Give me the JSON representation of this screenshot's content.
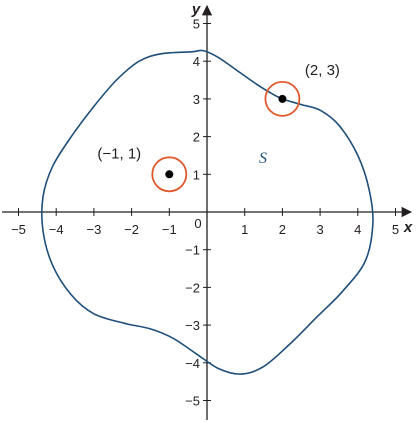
{
  "axes": {
    "x_label": "x",
    "y_label": "y",
    "xlim": [
      -5,
      5
    ],
    "ylim": [
      -5,
      5
    ]
  },
  "ticks": {
    "x": [
      "−5",
      "−4",
      "−3",
      "−2",
      "−1",
      "1",
      "2",
      "3",
      "4",
      "5"
    ],
    "y": [
      "5",
      "4",
      "3",
      "2",
      "1",
      "−1",
      "−2",
      "−3",
      "−4",
      "−5"
    ],
    "origin": "0"
  },
  "region": {
    "label": "S",
    "boundary": [
      [
        -0.4,
        4.25
      ],
      [
        -0.1,
        4.28
      ],
      [
        0.3,
        4.1
      ],
      [
        0.8,
        3.75
      ],
      [
        1.3,
        3.4
      ],
      [
        1.7,
        3.15
      ],
      [
        2.0,
        3.0
      ],
      [
        2.5,
        2.85
      ],
      [
        3.0,
        2.7
      ],
      [
        3.5,
        2.3
      ],
      [
        4.0,
        1.5
      ],
      [
        4.3,
        0.6
      ],
      [
        4.4,
        -0.3
      ],
      [
        4.2,
        -1.3
      ],
      [
        3.6,
        -2.1
      ],
      [
        2.9,
        -2.8
      ],
      [
        2.2,
        -3.5
      ],
      [
        1.5,
        -4.1
      ],
      [
        0.9,
        -4.3
      ],
      [
        0.3,
        -4.15
      ],
      [
        -0.3,
        -3.75
      ],
      [
        -0.9,
        -3.35
      ],
      [
        -1.5,
        -3.1
      ],
      [
        -2.2,
        -2.95
      ],
      [
        -3.0,
        -2.7
      ],
      [
        -3.6,
        -2.2
      ],
      [
        -4.1,
        -1.4
      ],
      [
        -4.35,
        -0.5
      ],
      [
        -4.35,
        0.4
      ],
      [
        -4.1,
        1.2
      ],
      [
        -3.6,
        2.0
      ],
      [
        -3.0,
        2.8
      ],
      [
        -2.4,
        3.5
      ],
      [
        -1.8,
        4.0
      ],
      [
        -1.2,
        4.2
      ]
    ],
    "stroke_color": "#1f4e79"
  },
  "points": [
    {
      "x": -1,
      "y": 1,
      "label": "(−1, 1)"
    },
    {
      "x": 2,
      "y": 3,
      "label": "(2, 3)"
    }
  ],
  "colors": {
    "axis": "#231f20",
    "circle": "#e05a2b",
    "dot": "#000000"
  }
}
